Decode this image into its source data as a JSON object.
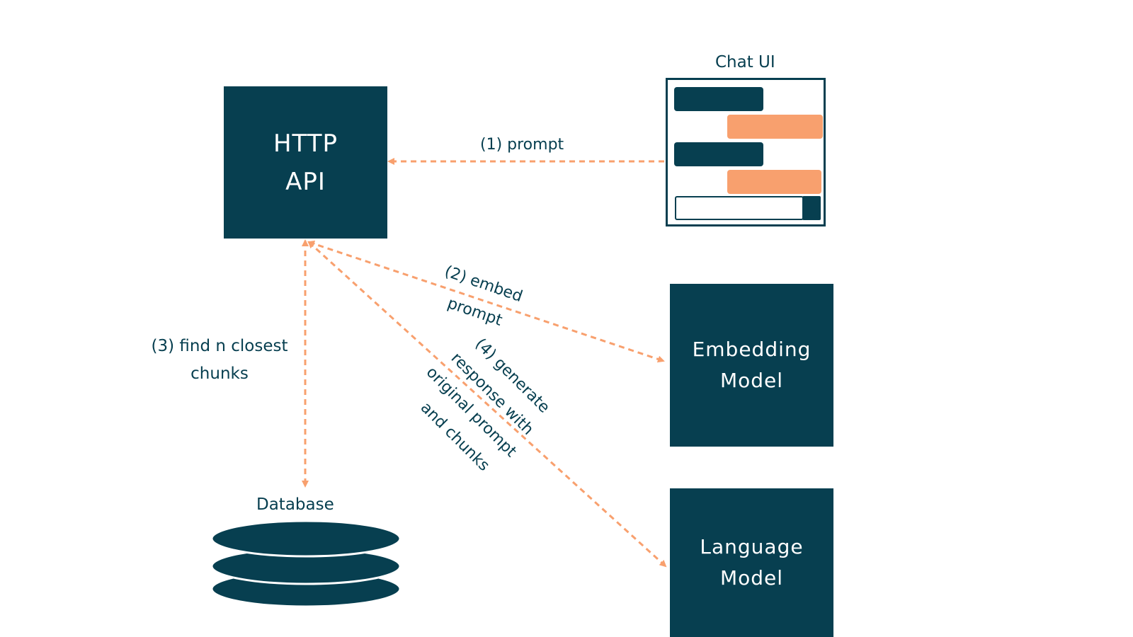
{
  "nodes": {
    "http_api": {
      "lines": [
        "HTTP",
        "API"
      ]
    },
    "chat_ui": {
      "title": "Chat UI"
    },
    "embedding_model": {
      "lines": [
        "Embedding",
        "Model"
      ]
    },
    "language_model": {
      "lines": [
        "Language",
        "Model"
      ]
    },
    "database": {
      "title": "Database"
    }
  },
  "edges": {
    "prompt": {
      "label": "(1) prompt"
    },
    "embed": {
      "lines": [
        "(2) embed",
        "prompt"
      ]
    },
    "find": {
      "lines": [
        "(3) find n closest",
        "chunks"
      ]
    },
    "generate": {
      "lines": [
        "(4) generate",
        "response with",
        "original prompt",
        "and chunks"
      ]
    }
  },
  "colors": {
    "box": "#073f50",
    "arrow": "#f8a06e",
    "text": "#063e4f",
    "bubble_light": "#f8a06e"
  }
}
